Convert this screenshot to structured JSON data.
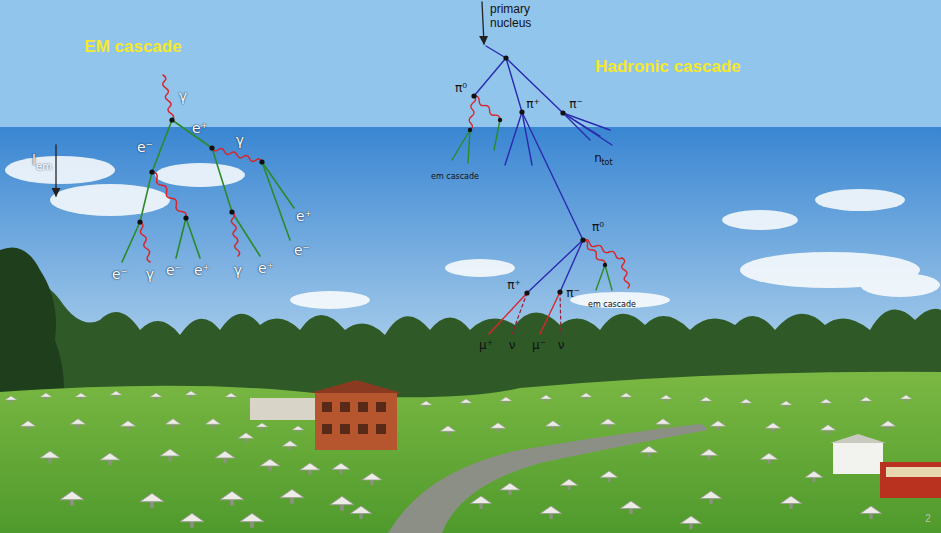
{
  "diagram": {
    "labels": [
      "primary nucleus",
      "EM cascade",
      "Hadronic cascade",
      "γ",
      "π⁰",
      "π⁺",
      "π⁻",
      "e⁺",
      "γ",
      "e⁻",
      "l",
      "em",
      "n",
      "tot",
      "em cascade",
      "e⁺",
      "π⁰",
      "e⁻",
      "e⁻",
      "γ",
      "e⁻",
      "e⁺",
      "γ",
      "e⁺",
      "π⁺",
      "π⁻",
      "em cascade",
      "μ⁺",
      "ν",
      "μ⁻",
      "ν",
      "2"
    ]
  }
}
